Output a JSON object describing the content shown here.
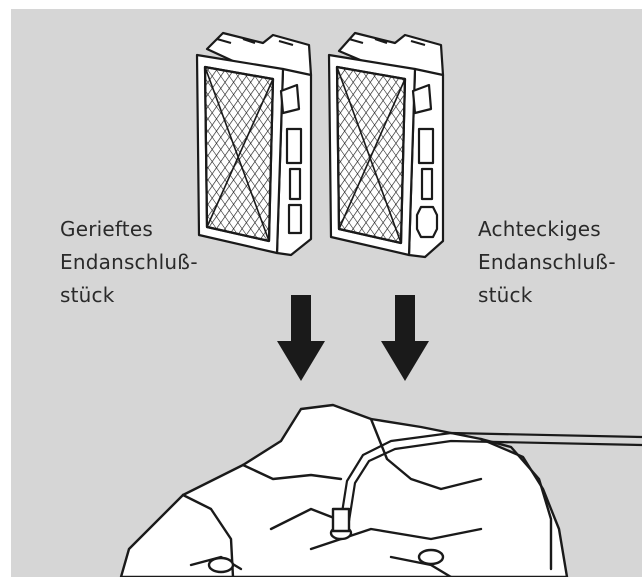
{
  "captions": {
    "left": [
      "Gerieftes",
      "Endanschluß-",
      "stück"
    ],
    "right": [
      "Achteckiges",
      "Endanschluß-",
      "stück"
    ]
  },
  "colors": {
    "background": "#d6d6d6",
    "ink": "#1a1a1a",
    "fill": "#ffffff"
  },
  "icons": {
    "filter_left": "ribbed-filter-cartridge",
    "filter_right": "octagonal-filter-cartridge",
    "arrow": "down-arrow",
    "machine": "pool-cleaner-robot"
  }
}
